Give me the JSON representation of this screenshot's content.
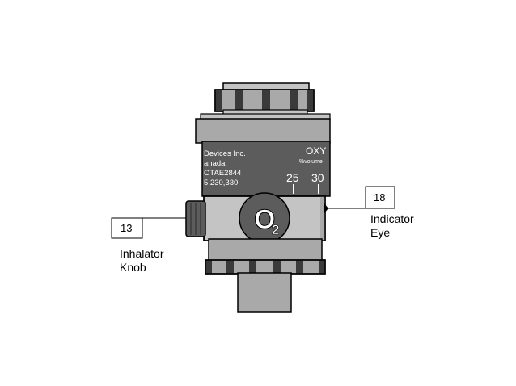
{
  "device": {
    "band": {
      "company_line": "Devices Inc.",
      "country_line": "anada",
      "model_line": "OTAE2844",
      "patent_line": "5,230,330",
      "gas": "OXY",
      "unit": "%volume",
      "scale_left": "25",
      "scale_right": "30"
    },
    "badge": {
      "main": "O",
      "sub": "2"
    }
  },
  "callouts": {
    "inhalator_knob": {
      "number": "13",
      "line1": "Inhalator",
      "line2": "Knob"
    },
    "indicator_eye": {
      "number": "18",
      "line1": "Indicator",
      "line2": "Eye"
    }
  },
  "colors": {
    "body_light": "#c4c4c4",
    "body_mid": "#a9a9a9",
    "band_dark": "#5c5c5c",
    "ring_dark": "#3a3a3a",
    "outline": "#000000"
  }
}
